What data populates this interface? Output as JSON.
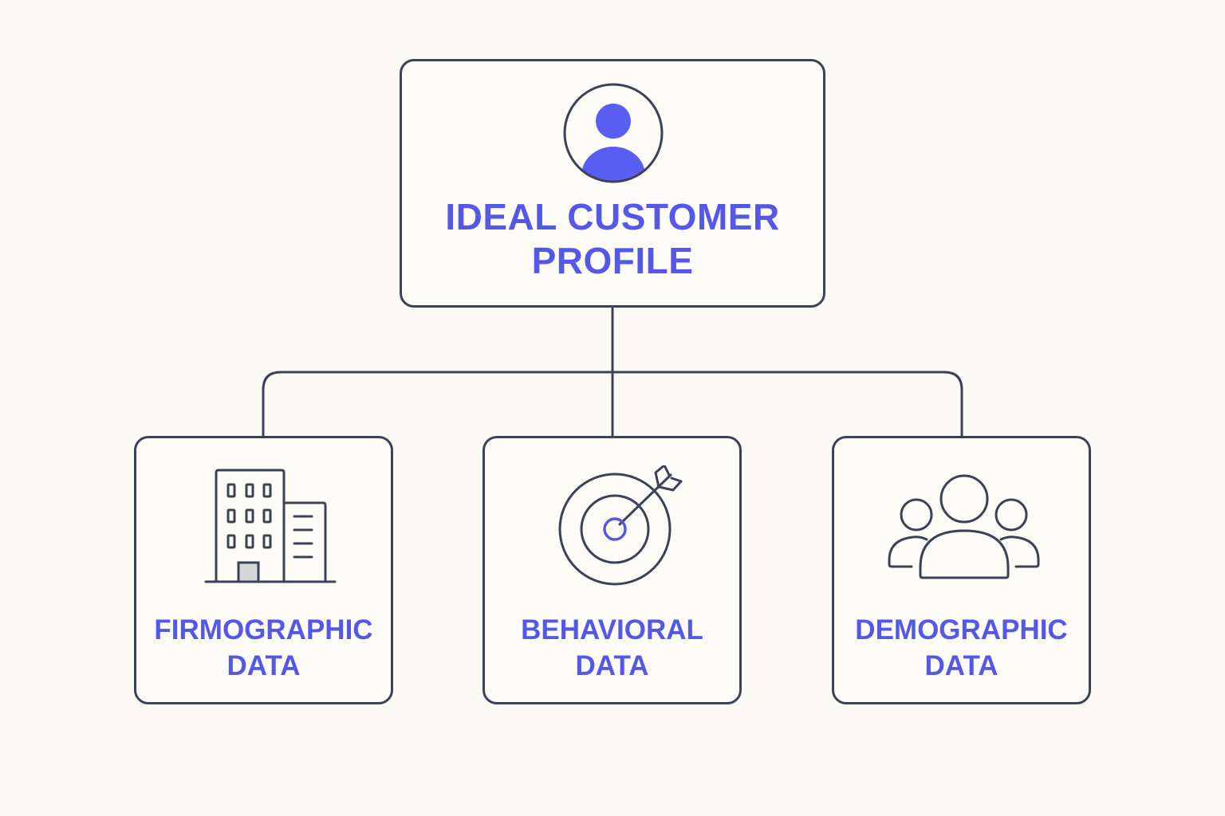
{
  "root": {
    "line1": "IDEAL CUSTOMER",
    "line2": "PROFILE",
    "icon": "user-avatar-icon"
  },
  "children": [
    {
      "line1": "FIRMOGRAPHIC",
      "line2": "DATA",
      "icon": "building-icon"
    },
    {
      "line1": "BEHAVIORAL",
      "line2": "DATA",
      "icon": "target-arrow-icon"
    },
    {
      "line1": "DEMOGRAPHIC",
      "line2": "DATA",
      "icon": "people-group-icon"
    }
  ],
  "colors": {
    "accent": "#5558e6",
    "stroke": "#3b4252",
    "background": "#fbfaf6"
  }
}
